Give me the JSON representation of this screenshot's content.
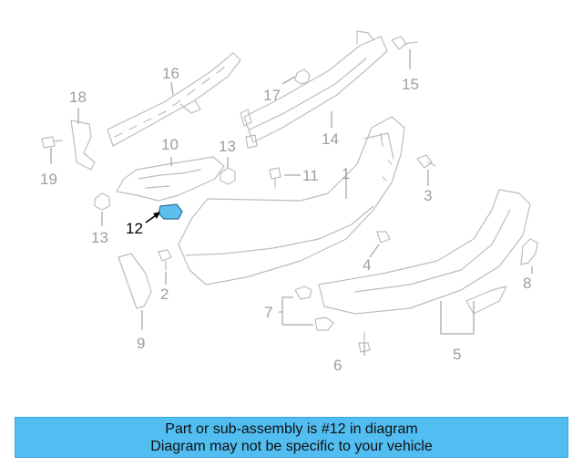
{
  "diagram": {
    "callouts": {
      "c1": "1",
      "c2": "2",
      "c3": "3",
      "c4": "4",
      "c5": "5",
      "c6": "6",
      "c7": "7",
      "c8": "8",
      "c9": "9",
      "c10": "10",
      "c11": "11",
      "c12": "12",
      "c13a": "13",
      "c13b": "13",
      "c14": "14",
      "c15": "15",
      "c16": "16",
      "c17": "17",
      "c18": "18",
      "c19": "19"
    },
    "highlight_color": "#5bc0f0",
    "part_line_color": "#bdbdbd"
  },
  "banner": {
    "line1": "Part or sub-assembly is #12 in diagram",
    "line2": "Diagram may not be specific to your vehicle",
    "background": "#52bdf0"
  }
}
